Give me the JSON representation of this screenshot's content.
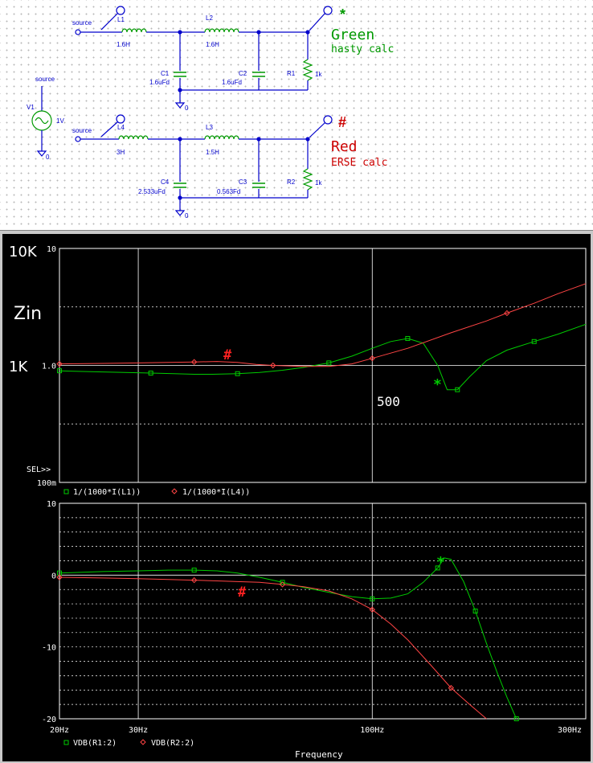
{
  "schematic": {
    "circuit_top": {
      "source_label": "source",
      "l1_name": "L1",
      "l1_value": "1.6H",
      "l2_name": "L2",
      "l2_value": "1.6H",
      "c1_name": "C1",
      "c1_value": "1.6uFd",
      "c2_name": "C2",
      "c2_value": "1.6uFd",
      "r1_name": "R1",
      "r1_value": "1k",
      "ground": "0",
      "marker": "*",
      "title": "Green",
      "subtitle": "hasty calc"
    },
    "circuit_bottom": {
      "source_label": "source",
      "l4_name": "L4",
      "l4_value": "3H",
      "l3_name": "L3",
      "l3_value": "1.5H",
      "c4_name": "C4",
      "c4_value": "2.533uFd",
      "c3_name": "C3",
      "c3_value": "0.563Fd",
      "r2_name": "R2",
      "r2_value": "1k",
      "ground": "0",
      "marker": "#",
      "title": "Red",
      "subtitle": "ERSE calc"
    },
    "v1": {
      "label_top": "source",
      "name": "V1",
      "value": "1V",
      "ground": "0"
    },
    "colors": {
      "green": "#009900",
      "red": "#cc0000",
      "wire": "#0000cc"
    }
  },
  "chart_data": [
    {
      "type": "line",
      "title": "",
      "ylabel": "Zin",
      "xscale": "log",
      "yscale": "log",
      "xlim": [
        20,
        300
      ],
      "ylim": [
        0.1,
        10
      ],
      "tick_labels_y": [
        "10",
        "1.0",
        "100m"
      ],
      "annotations": [
        "10K",
        "1K",
        "500",
        "#",
        "*",
        "SEL>>"
      ],
      "legend": [
        "1/(1000*I(L1))",
        "1/(1000*I(L4))"
      ],
      "series": [
        {
          "name": "1/(1000*I(L1))",
          "color": "#00cc00",
          "x": [
            20,
            22,
            25,
            28,
            32,
            36,
            40,
            44,
            50,
            56,
            63,
            70,
            80,
            90,
            100,
            110,
            120,
            130,
            140,
            147,
            155,
            165,
            180,
            200,
            230,
            260,
            300
          ],
          "y": [
            0.9,
            0.89,
            0.88,
            0.87,
            0.86,
            0.85,
            0.84,
            0.84,
            0.85,
            0.87,
            0.91,
            0.96,
            1.05,
            1.2,
            1.4,
            1.6,
            1.7,
            1.55,
            1.0,
            0.62,
            0.62,
            0.8,
            1.1,
            1.35,
            1.6,
            1.85,
            2.25
          ]
        },
        {
          "name": "1/(1000*I(L4))",
          "color": "#ff4444",
          "x": [
            20,
            25,
            30,
            35,
            40,
            45,
            50,
            55,
            60,
            70,
            80,
            90,
            100,
            120,
            150,
            180,
            200,
            230,
            260,
            300
          ],
          "y": [
            1.03,
            1.04,
            1.05,
            1.06,
            1.07,
            1.08,
            1.06,
            1.02,
            1.0,
            0.98,
            0.98,
            1.03,
            1.15,
            1.4,
            1.9,
            2.4,
            2.8,
            3.4,
            4.1,
            5.0
          ]
        }
      ]
    },
    {
      "type": "line",
      "title": "",
      "xlabel": "Frequency",
      "xscale": "log",
      "xlim": [
        20,
        300
      ],
      "ylim": [
        -20,
        10
      ],
      "xticks": [
        "20Hz",
        "30Hz",
        "100Hz",
        "300Hz"
      ],
      "yticks": [
        "10",
        "0",
        "-10",
        "-20"
      ],
      "annotations": [
        "*",
        "#"
      ],
      "legend": [
        "VDB(R1:2)",
        "VDB(R2:2)"
      ],
      "series": [
        {
          "name": "VDB(R1:2)",
          "color": "#00cc00",
          "x": [
            20,
            25,
            30,
            35,
            40,
            45,
            50,
            56,
            63,
            70,
            80,
            90,
            100,
            110,
            120,
            130,
            140,
            145,
            150,
            160,
            170,
            180,
            190,
            200,
            210
          ],
          "y": [
            0.3,
            0.5,
            0.6,
            0.7,
            0.7,
            0.6,
            0.3,
            -0.3,
            -1.0,
            -1.7,
            -2.4,
            -3.0,
            -3.3,
            -3.2,
            -2.6,
            -1.0,
            1.0,
            2.4,
            2.2,
            -0.9,
            -5.0,
            -9.5,
            -13.5,
            -17.0,
            -20.0
          ]
        },
        {
          "name": "VDB(R2:2)",
          "color": "#ff4444",
          "x": [
            20,
            25,
            30,
            35,
            40,
            45,
            50,
            56,
            63,
            70,
            80,
            90,
            100,
            110,
            120,
            135,
            150,
            165,
            180
          ],
          "y": [
            -0.3,
            -0.4,
            -0.5,
            -0.6,
            -0.7,
            -0.8,
            -0.9,
            -1.0,
            -1.3,
            -1.6,
            -2.2,
            -3.3,
            -4.8,
            -6.8,
            -9.0,
            -12.5,
            -15.7,
            -18.0,
            -20.0
          ]
        }
      ]
    }
  ]
}
